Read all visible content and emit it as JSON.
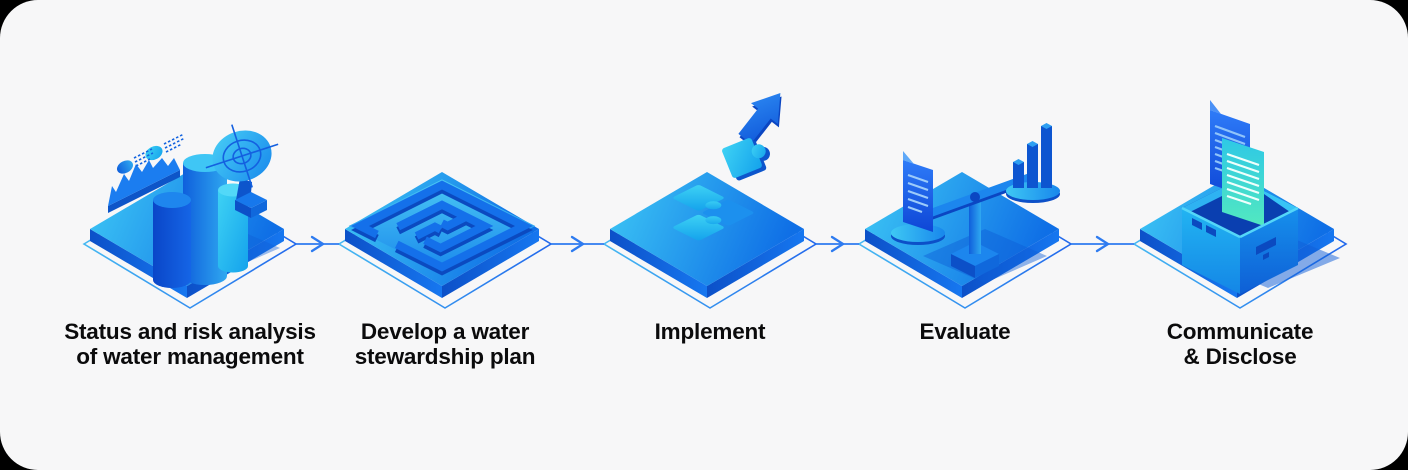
{
  "page": {
    "background": "#000000",
    "card_background": "#f7f7f8",
    "text_color": "#0b0b0c"
  },
  "process": {
    "steps": [
      {
        "id": "status-risk-analysis",
        "label_line1": "Status and risk analysis",
        "label_line2": "of water management",
        "icon": "analytics-bar-chart-radar-icon"
      },
      {
        "id": "develop-plan",
        "label_line1": "Develop a water",
        "label_line2": "stewardship plan",
        "icon": "maze-icon"
      },
      {
        "id": "implement",
        "label_line1": "Implement",
        "label_line2": "",
        "icon": "puzzle-pieces-arrow-icon"
      },
      {
        "id": "evaluate",
        "label_line1": "Evaluate",
        "label_line2": "",
        "icon": "balance-scale-icon"
      },
      {
        "id": "communicate-disclose",
        "label_line1": "Communicate",
        "label_line2": "& Disclose",
        "icon": "archive-box-documents-icon"
      }
    ],
    "connector": {
      "glyph": "chevron-right",
      "count": 4
    }
  },
  "colors": {
    "platform_gradient_start": "#3ec9f5",
    "platform_gradient_end": "#0f6fe6",
    "platform_side_dark": "#0c50c8",
    "outline_stroke": "#2e7bf0",
    "accent_cyan": "#3ed2f4",
    "accent_blue": "#1565e6",
    "doc_teal": "#52e8c0"
  }
}
